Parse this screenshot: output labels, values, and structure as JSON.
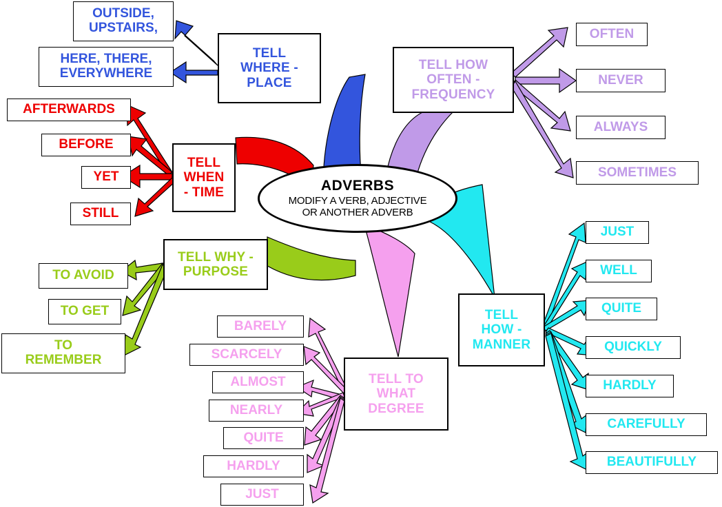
{
  "title": "Adverbs Mind Map",
  "center": {
    "title": "ADVERBS",
    "subtitle": "MODIFY A VERB, ADJECTIVE\nOR ANOTHER ADVERB"
  },
  "colors": {
    "place": "#3355DD",
    "time": "#EE0000",
    "frequency": "#C09AE8",
    "manner": "#22E8F0",
    "degree": "#F5A0EE",
    "purpose": "#99CC1A",
    "outline": "#000000",
    "background": "#FFFFFF"
  },
  "branches": [
    {
      "id": "place",
      "label": "TELL\nWHERE -\nPLACE",
      "color": "#3355DD",
      "leaves": [
        "OUTSIDE,\nUPSTAIRS,",
        "HERE, THERE,\nEVERYWHERE"
      ]
    },
    {
      "id": "time",
      "label": "TELL\nWHEN\n- TIME",
      "color": "#EE0000",
      "leaves": [
        "AFTERWARDS",
        "BEFORE",
        "YET",
        "STILL"
      ]
    },
    {
      "id": "frequency",
      "label": "TELL HOW\nOFTEN -\nFREQUENCY",
      "color": "#C09AE8",
      "leaves": [
        "OFTEN",
        "NEVER",
        "ALWAYS",
        "SOMETIMES"
      ]
    },
    {
      "id": "manner",
      "label": "TELL\nHOW -\nMANNER",
      "color": "#22E8F0",
      "leaves": [
        "JUST",
        "WELL",
        "QUITE",
        "QUICKLY",
        "HARDLY",
        "CAREFULLY",
        "BEAUTIFULLY"
      ]
    },
    {
      "id": "degree",
      "label": "TELL TO\nWHAT\nDEGREE",
      "color": "#F5A0EE",
      "leaves": [
        "BARELY",
        "SCARCELY",
        "ALMOST",
        "NEARLY",
        "QUITE",
        "HARDLY",
        "JUST"
      ]
    },
    {
      "id": "purpose",
      "label": "TELL WHY -\nPURPOSE",
      "color": "#99CC1A",
      "leaves": [
        "TO AVOID",
        "TO GET",
        "TO\nREMEMBER"
      ]
    }
  ]
}
